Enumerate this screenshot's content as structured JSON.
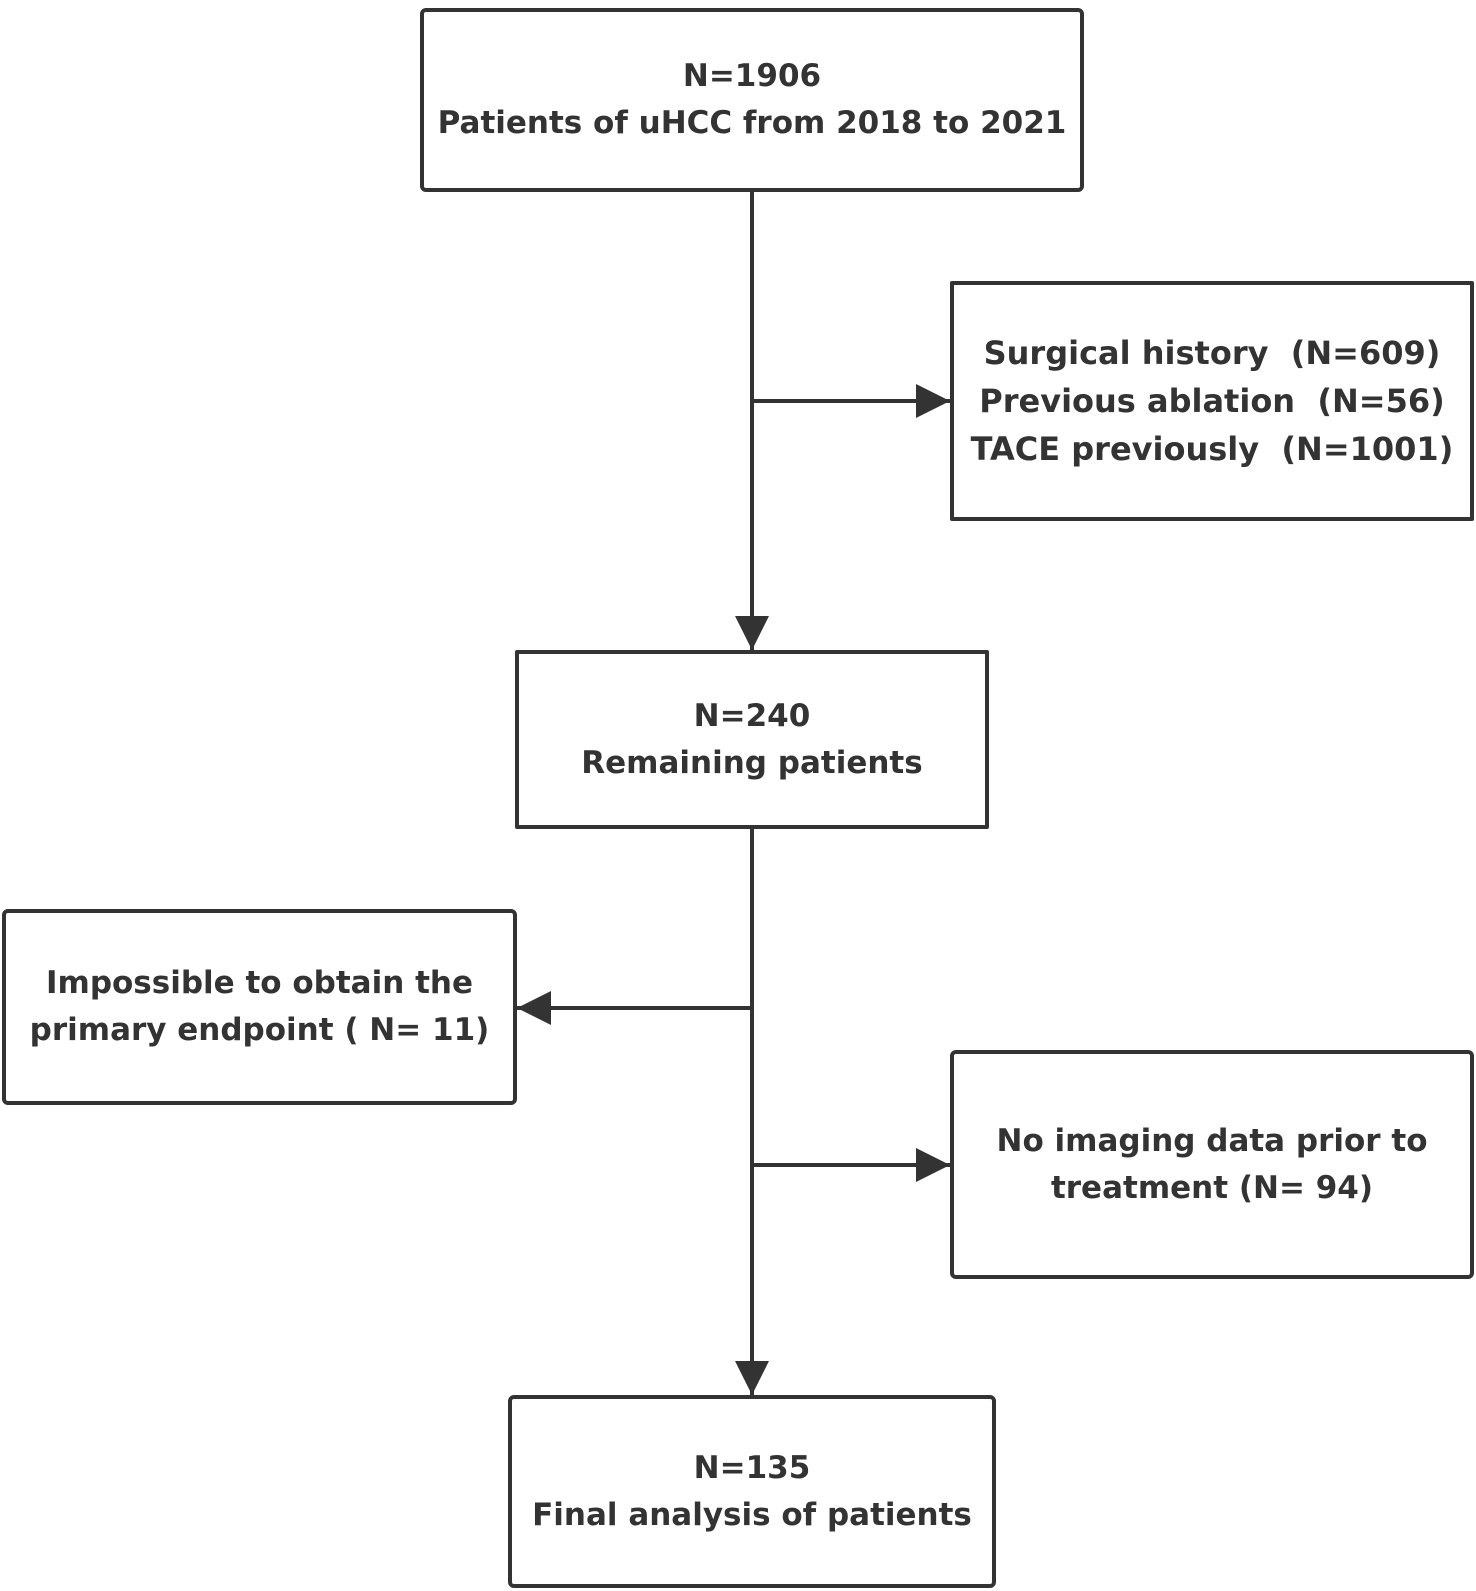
{
  "boxes": {
    "start": {
      "lines": [
        "N=1906",
        "Patients of uHCC from 2018 to 2021"
      ]
    },
    "exclusion_1": {
      "lines": [
        "Surgical history  (N=609)",
        "Previous ablation  (N=56)",
        "TACE previously  (N=1001)"
      ]
    },
    "remaining": {
      "lines": [
        "N=240",
        "Remaining patients"
      ]
    },
    "exclusion_2": {
      "lines": [
        "Impossible to obtain the",
        "primary endpoint ( N= 11)"
      ]
    },
    "exclusion_3": {
      "lines": [
        "No imaging data prior to",
        "treatment (N= 94)"
      ]
    },
    "final": {
      "lines": [
        "N=135",
        "Final analysis of patients"
      ]
    }
  },
  "colors": {
    "stroke": "#333333",
    "text": "#333333",
    "background": "#ffffff"
  }
}
